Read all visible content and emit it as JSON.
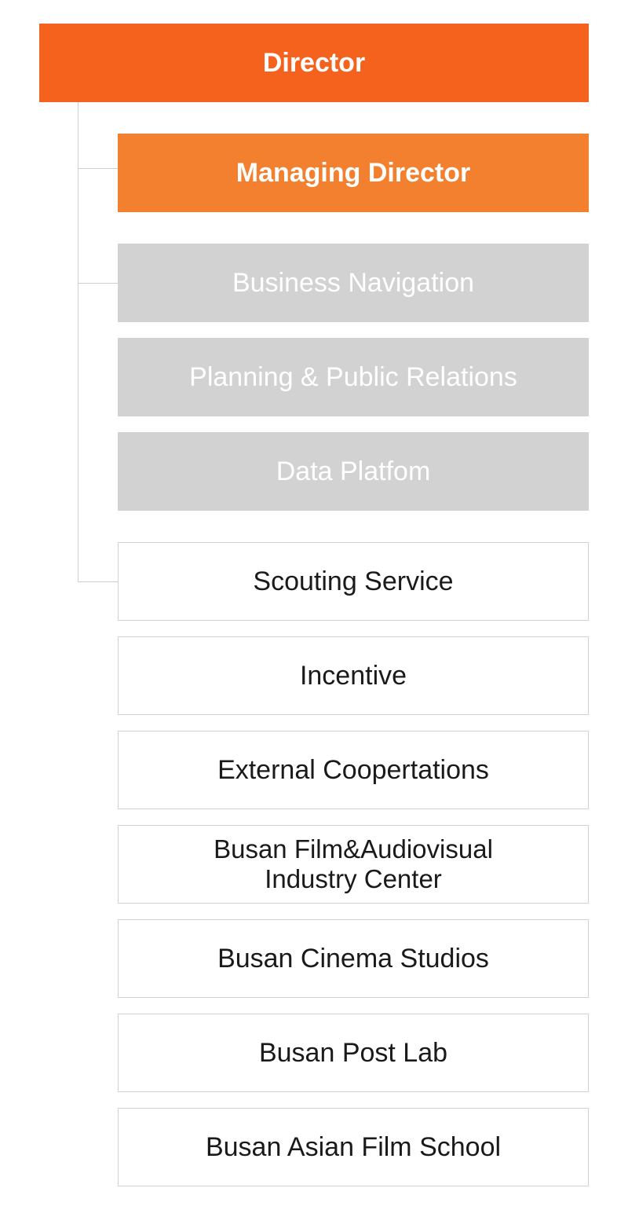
{
  "chart_data": {
    "type": "org-chart",
    "nodes": [
      {
        "id": "director",
        "label": "Director",
        "level": 0
      },
      {
        "id": "managing_director",
        "label": "Managing Director",
        "level": 1,
        "parent": "director"
      },
      {
        "id": "business_navigation",
        "label": "Business Navigation",
        "level": 2,
        "parent": "director"
      },
      {
        "id": "planning_pr",
        "label": "Planning & Public Relations",
        "level": 2,
        "parent": "director"
      },
      {
        "id": "data_platform",
        "label": "Data Platfom",
        "level": 2,
        "parent": "director"
      },
      {
        "id": "scouting_service",
        "label": "Scouting Service",
        "level": 2,
        "parent": "director"
      },
      {
        "id": "incentive",
        "label": "Incentive",
        "level": 2,
        "parent": "director"
      },
      {
        "id": "external_coop",
        "label": "External Coopertations",
        "level": 2,
        "parent": "director"
      },
      {
        "id": "bfaic",
        "label": "Busan Film&Audiovisual\nIndustry Center",
        "level": 2,
        "parent": "director"
      },
      {
        "id": "cinema_studios",
        "label": "Busan Cinema Studios",
        "level": 2,
        "parent": "director"
      },
      {
        "id": "post_lab",
        "label": "Busan Post Lab",
        "level": 2,
        "parent": "director"
      },
      {
        "id": "film_school",
        "label": "Busan Asian Film School",
        "level": 2,
        "parent": "director"
      }
    ]
  },
  "org": {
    "director": "Director",
    "managing_director": "Managing Director",
    "units": {
      "business_navigation": "Business Navigation",
      "planning_pr": "Planning & Public Relations",
      "data_platform": "Data Platfom"
    },
    "departments": {
      "scouting_service": "Scouting Service",
      "incentive": "Incentive",
      "external_coop": "External Coopertations",
      "bfaic_line1": "Busan Film&Audiovisual",
      "bfaic_line2": "Industry Center",
      "cinema_studios": "Busan Cinema Studios",
      "post_lab": "Busan Post Lab",
      "film_school": "Busan Asian Film School"
    }
  },
  "colors": {
    "director_bg": "#f5621d",
    "managing_bg": "#f2802f",
    "unit_bg": "#d2d2d2",
    "department_border": "#d2d2d2",
    "connector": "#cfcfcf"
  }
}
